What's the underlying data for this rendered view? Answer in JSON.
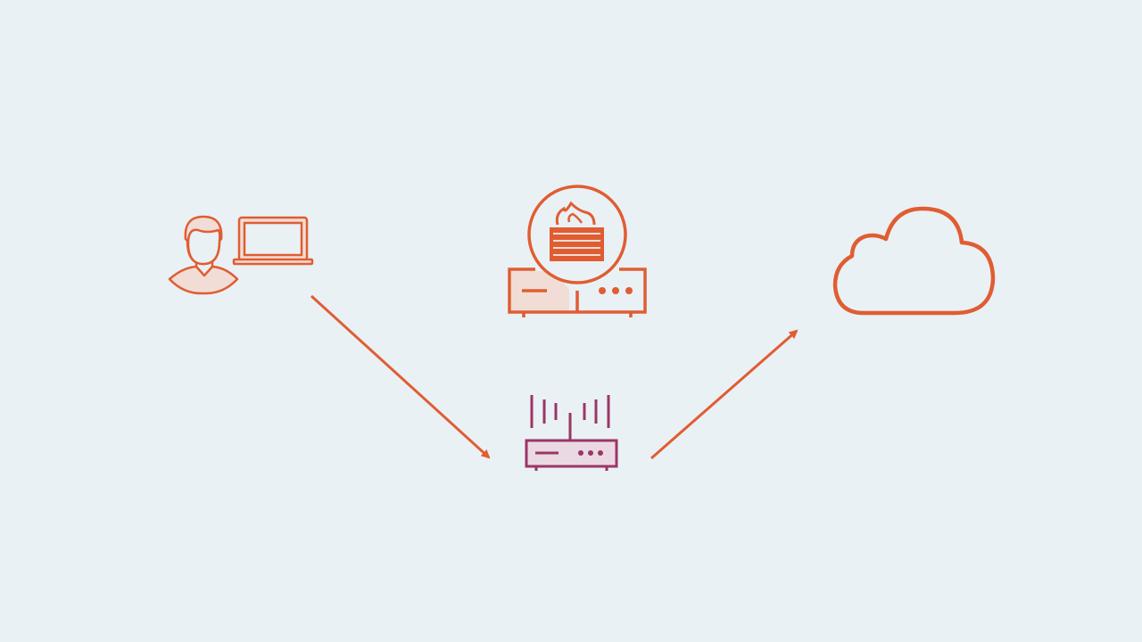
{
  "colors": {
    "background": "#e9f1f4",
    "accent": "#e05d32",
    "accent_fill": "#f1ddd6",
    "router": "#9c3567",
    "router_fill": "#ead9e3"
  },
  "nodes": [
    {
      "id": "user",
      "icon": "user-with-laptop-icon"
    },
    {
      "id": "firewall",
      "icon": "firewall-icon"
    },
    {
      "id": "router",
      "icon": "wireless-router-icon"
    },
    {
      "id": "cloud",
      "icon": "cloud-icon"
    }
  ],
  "edges": [
    {
      "from": "user",
      "to": "router"
    },
    {
      "from": "router",
      "to": "cloud"
    }
  ]
}
